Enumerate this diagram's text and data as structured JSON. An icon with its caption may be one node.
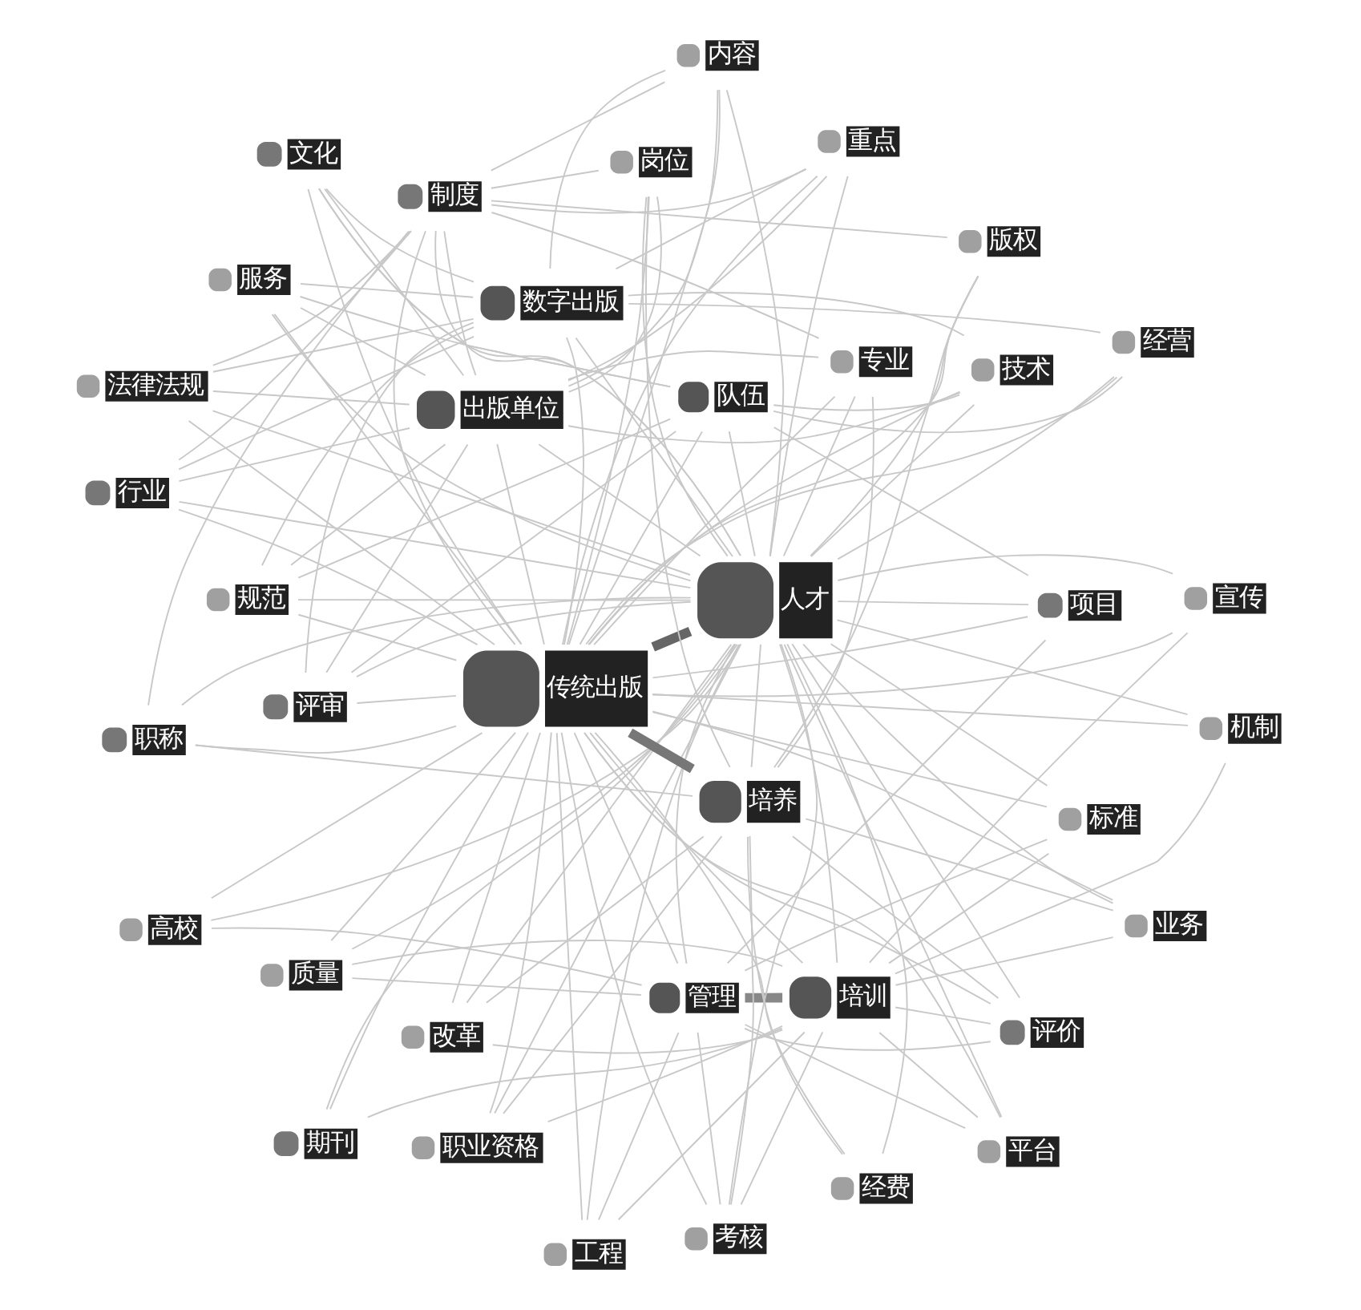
{
  "diagram": {
    "nodes": [
      {
        "text": [
          "质量"
        ]
      },
      {
        "text": [
          "经营"
        ]
      },
      {
        "text": [
          "工程"
        ]
      },
      {
        "text": [
          "服务"
        ]
      },
      {
        "text": [
          "项目"
        ]
      },
      {
        "text": [
          "高校"
        ]
      },
      {
        "text": [
          "规范"
        ]
      },
      {
        "text": [
          "评价"
        ]
      },
      {
        "text": [
          "评审"
        ]
      },
      {
        "text": [
          "考核"
        ]
      },
      {
        "text": [
          "管理"
        ]
      },
      {
        "text": [
          "队伍"
        ]
      },
      {
        "text": [
          "技术"
        ]
      },
      {
        "text": [
          "标准"
        ]
      },
      {
        "text": [
          "文化"
        ]
      },
      {
        "text": [
          "人才"
        ]
      },
      {
        "text": [
          "平台"
        ]
      },
      {
        "text": [
          "法律法规"
        ]
      },
      {
        "text": [
          "培训"
        ]
      },
      {
        "text": [
          "数字出版"
        ]
      },
      {
        "text": [
          "期刊"
        ]
      },
      {
        "text": [
          "出版单位"
        ]
      },
      {
        "text": [
          "传统出版"
        ]
      },
      {
        "text": [
          "机制"
        ]
      },
      {
        "text": [
          "宣传"
        ]
      },
      {
        "text": [
          "行业"
        ]
      },
      {
        "text": [
          "重点"
        ]
      },
      {
        "text": [
          "培养"
        ]
      },
      {
        "text": [
          "职业资格"
        ]
      },
      {
        "text": [
          "业务"
        ]
      },
      {
        "text": [
          "制度"
        ]
      },
      {
        "text": [
          "内容"
        ]
      },
      {
        "text": [
          "改革"
        ]
      },
      {
        "text": [
          "职称"
        ]
      },
      {
        "text": [
          "专业"
        ]
      },
      {
        "text": [
          "经费"
        ]
      },
      {
        "text": [
          "岗位"
        ]
      },
      {
        "text": [
          "版权"
        ]
      }
    ],
    "edges": [
      {
        "from": 15,
        "to": 22,
        "arrow": "none",
        "style": "thick",
        "color": "#666666"
      },
      {
        "from": 22,
        "to": 27,
        "arrow": "none",
        "style": "thick",
        "color": "#777777"
      },
      {
        "from": 10,
        "to": 18,
        "arrow": "none",
        "style": "thick",
        "color": "#888888"
      },
      {
        "from": 15,
        "to": 0,
        "arrow": "none"
      },
      {
        "from": 15,
        "to": 1,
        "arrow": "none"
      },
      {
        "from": 15,
        "to": 2,
        "arrow": "none"
      },
      {
        "from": 15,
        "to": 3,
        "arrow": "none"
      },
      {
        "from": 15,
        "to": 4,
        "arrow": "none"
      },
      {
        "from": 15,
        "to": 5,
        "arrow": "none"
      },
      {
        "from": 15,
        "to": 6,
        "arrow": "none"
      },
      {
        "from": 15,
        "to": 7,
        "arrow": "none"
      },
      {
        "from": 15,
        "to": 8,
        "arrow": "none"
      },
      {
        "from": 15,
        "to": 9,
        "arrow": "none"
      },
      {
        "from": 15,
        "to": 10,
        "arrow": "none"
      },
      {
        "from": 15,
        "to": 11,
        "arrow": "none"
      },
      {
        "from": 15,
        "to": 12,
        "arrow": "none"
      },
      {
        "from": 15,
        "to": 13,
        "arrow": "none"
      },
      {
        "from": 15,
        "to": 14,
        "arrow": "none"
      },
      {
        "from": 15,
        "to": 16,
        "arrow": "none"
      },
      {
        "from": 15,
        "to": 17,
        "arrow": "none"
      },
      {
        "from": 15,
        "to": 18,
        "arrow": "none"
      },
      {
        "from": 15,
        "to": 19,
        "arrow": "none"
      },
      {
        "from": 15,
        "to": 20,
        "arrow": "none"
      },
      {
        "from": 15,
        "to": 21,
        "arrow": "none"
      },
      {
        "from": 15,
        "to": 23,
        "arrow": "none"
      },
      {
        "from": 15,
        "to": 24,
        "arrow": "none"
      },
      {
        "from": 15,
        "to": 25,
        "arrow": "none"
      },
      {
        "from": 15,
        "to": 26,
        "arrow": "none"
      },
      {
        "from": 15,
        "to": 27,
        "arrow": "none"
      },
      {
        "from": 15,
        "to": 28,
        "arrow": "none"
      },
      {
        "from": 15,
        "to": 29,
        "arrow": "none"
      },
      {
        "from": 15,
        "to": 30,
        "arrow": "none"
      },
      {
        "from": 15,
        "to": 31,
        "arrow": "none"
      },
      {
        "from": 15,
        "to": 32,
        "arrow": "none"
      },
      {
        "from": 15,
        "to": 33,
        "arrow": "none"
      },
      {
        "from": 15,
        "to": 34,
        "arrow": "none"
      },
      {
        "from": 15,
        "to": 35,
        "arrow": "none"
      },
      {
        "from": 15,
        "to": 36,
        "arrow": "none"
      },
      {
        "from": 15,
        "to": 37,
        "arrow": "none"
      },
      {
        "from": 22,
        "to": 0,
        "arrow": "none"
      },
      {
        "from": 22,
        "to": 1,
        "arrow": "none"
      },
      {
        "from": 22,
        "to": 2,
        "arrow": "none"
      },
      {
        "from": 22,
        "to": 3,
        "arrow": "none"
      },
      {
        "from": 22,
        "to": 4,
        "arrow": "none"
      },
      {
        "from": 22,
        "to": 5,
        "arrow": "none"
      },
      {
        "from": 22,
        "to": 6,
        "arrow": "none"
      },
      {
        "from": 22,
        "to": 7,
        "arrow": "none"
      },
      {
        "from": 22,
        "to": 8,
        "arrow": "none"
      },
      {
        "from": 22,
        "to": 9,
        "arrow": "none"
      },
      {
        "from": 22,
        "to": 10,
        "arrow": "none"
      },
      {
        "from": 22,
        "to": 11,
        "arrow": "none"
      },
      {
        "from": 22,
        "to": 12,
        "arrow": "none"
      },
      {
        "from": 22,
        "to": 13,
        "arrow": "none"
      },
      {
        "from": 22,
        "to": 14,
        "arrow": "none"
      },
      {
        "from": 22,
        "to": 16,
        "arrow": "none"
      },
      {
        "from": 22,
        "to": 17,
        "arrow": "none"
      },
      {
        "from": 22,
        "to": 18,
        "arrow": "none"
      },
      {
        "from": 22,
        "to": 19,
        "arrow": "none"
      },
      {
        "from": 22,
        "to": 20,
        "arrow": "none"
      },
      {
        "from": 22,
        "to": 21,
        "arrow": "none"
      },
      {
        "from": 22,
        "to": 23,
        "arrow": "none"
      },
      {
        "from": 22,
        "to": 24,
        "arrow": "none"
      },
      {
        "from": 22,
        "to": 25,
        "arrow": "none"
      },
      {
        "from": 22,
        "to": 26,
        "arrow": "none"
      },
      {
        "from": 22,
        "to": 28,
        "arrow": "none"
      },
      {
        "from": 22,
        "to": 29,
        "arrow": "none"
      },
      {
        "from": 22,
        "to": 30,
        "arrow": "none"
      },
      {
        "from": 22,
        "to": 31,
        "arrow": "none"
      },
      {
        "from": 22,
        "to": 32,
        "arrow": "none"
      },
      {
        "from": 22,
        "to": 33,
        "arrow": "none"
      },
      {
        "from": 22,
        "to": 34,
        "arrow": "none"
      },
      {
        "from": 22,
        "to": 35,
        "arrow": "none"
      },
      {
        "from": 22,
        "to": 36,
        "arrow": "none"
      },
      {
        "from": 22,
        "to": 37,
        "arrow": "none"
      },
      {
        "from": 18,
        "to": 0,
        "arrow": "none"
      },
      {
        "from": 18,
        "to": 2,
        "arrow": "none"
      },
      {
        "from": 18,
        "to": 7,
        "arrow": "none"
      },
      {
        "from": 18,
        "to": 9,
        "arrow": "none"
      },
      {
        "from": 18,
        "to": 13,
        "arrow": "none"
      },
      {
        "from": 18,
        "to": 16,
        "arrow": "none"
      },
      {
        "from": 18,
        "to": 20,
        "arrow": "none"
      },
      {
        "from": 18,
        "to": 23,
        "arrow": "none"
      },
      {
        "from": 18,
        "to": 24,
        "arrow": "none"
      },
      {
        "from": 18,
        "to": 28,
        "arrow": "none"
      },
      {
        "from": 18,
        "to": 29,
        "arrow": "none"
      },
      {
        "from": 18,
        "to": 32,
        "arrow": "none"
      },
      {
        "from": 19,
        "to": 1,
        "arrow": "none"
      },
      {
        "from": 19,
        "to": 3,
        "arrow": "none"
      },
      {
        "from": 19,
        "to": 6,
        "arrow": "none"
      },
      {
        "from": 19,
        "to": 8,
        "arrow": "none"
      },
      {
        "from": 19,
        "to": 12,
        "arrow": "none"
      },
      {
        "from": 19,
        "to": 14,
        "arrow": "none"
      },
      {
        "from": 19,
        "to": 17,
        "arrow": "none"
      },
      {
        "from": 19,
        "to": 25,
        "arrow": "none"
      },
      {
        "from": 19,
        "to": 26,
        "arrow": "none"
      },
      {
        "from": 19,
        "to": 31,
        "arrow": "none"
      },
      {
        "from": 21,
        "to": 3,
        "arrow": "none"
      },
      {
        "from": 21,
        "to": 6,
        "arrow": "none"
      },
      {
        "from": 21,
        "to": 8,
        "arrow": "none"
      },
      {
        "from": 21,
        "to": 12,
        "arrow": "none"
      },
      {
        "from": 21,
        "to": 14,
        "arrow": "none"
      },
      {
        "from": 21,
        "to": 17,
        "arrow": "none"
      },
      {
        "from": 21,
        "to": 25,
        "arrow": "none"
      },
      {
        "from": 21,
        "to": 26,
        "arrow": "none"
      },
      {
        "from": 21,
        "to": 30,
        "arrow": "none"
      },
      {
        "from": 21,
        "to": 31,
        "arrow": "none"
      },
      {
        "from": 21,
        "to": 34,
        "arrow": "none"
      },
      {
        "from": 21,
        "to": 36,
        "arrow": "none"
      },
      {
        "from": 27,
        "to": 7,
        "arrow": "none"
      },
      {
        "from": 27,
        "to": 9,
        "arrow": "none"
      },
      {
        "from": 27,
        "to": 28,
        "arrow": "none"
      },
      {
        "from": 27,
        "to": 29,
        "arrow": "none"
      },
      {
        "from": 27,
        "to": 32,
        "arrow": "none"
      },
      {
        "from": 27,
        "to": 33,
        "arrow": "none"
      },
      {
        "from": 27,
        "to": 35,
        "arrow": "none"
      },
      {
        "from": 27,
        "to": 37,
        "arrow": "none"
      },
      {
        "from": 27,
        "to": 36,
        "arrow": "none"
      },
      {
        "from": 27,
        "to": 34,
        "arrow": "none"
      },
      {
        "from": 10,
        "to": 0,
        "arrow": "none"
      },
      {
        "from": 10,
        "to": 2,
        "arrow": "none"
      },
      {
        "from": 10,
        "to": 4,
        "arrow": "none"
      },
      {
        "from": 10,
        "to": 5,
        "arrow": "none"
      },
      {
        "from": 10,
        "to": 7,
        "arrow": "none"
      },
      {
        "from": 10,
        "to": 9,
        "arrow": "none"
      },
      {
        "from": 10,
        "to": 13,
        "arrow": "none"
      },
      {
        "from": 10,
        "to": 16,
        "arrow": "none"
      },
      {
        "from": 11,
        "to": 1,
        "arrow": "none"
      },
      {
        "from": 11,
        "to": 3,
        "arrow": "none"
      },
      {
        "from": 11,
        "to": 4,
        "arrow": "none"
      },
      {
        "from": 11,
        "to": 6,
        "arrow": "none"
      },
      {
        "from": 11,
        "to": 8,
        "arrow": "none"
      },
      {
        "from": 11,
        "to": 12,
        "arrow": "none"
      },
      {
        "from": 11,
        "to": 14,
        "arrow": "none"
      },
      {
        "from": 30,
        "to": 17,
        "arrow": "none"
      },
      {
        "from": 30,
        "to": 26,
        "arrow": "none"
      },
      {
        "from": 30,
        "to": 31,
        "arrow": "none"
      },
      {
        "from": 30,
        "to": 34,
        "arrow": "none"
      },
      {
        "from": 30,
        "to": 36,
        "arrow": "none"
      },
      {
        "from": 30,
        "to": 37,
        "arrow": "none"
      },
      {
        "from": 30,
        "to": 33,
        "arrow": "none"
      },
      {
        "from": 30,
        "to": 25,
        "arrow": "none"
      }
    ]
  }
}
